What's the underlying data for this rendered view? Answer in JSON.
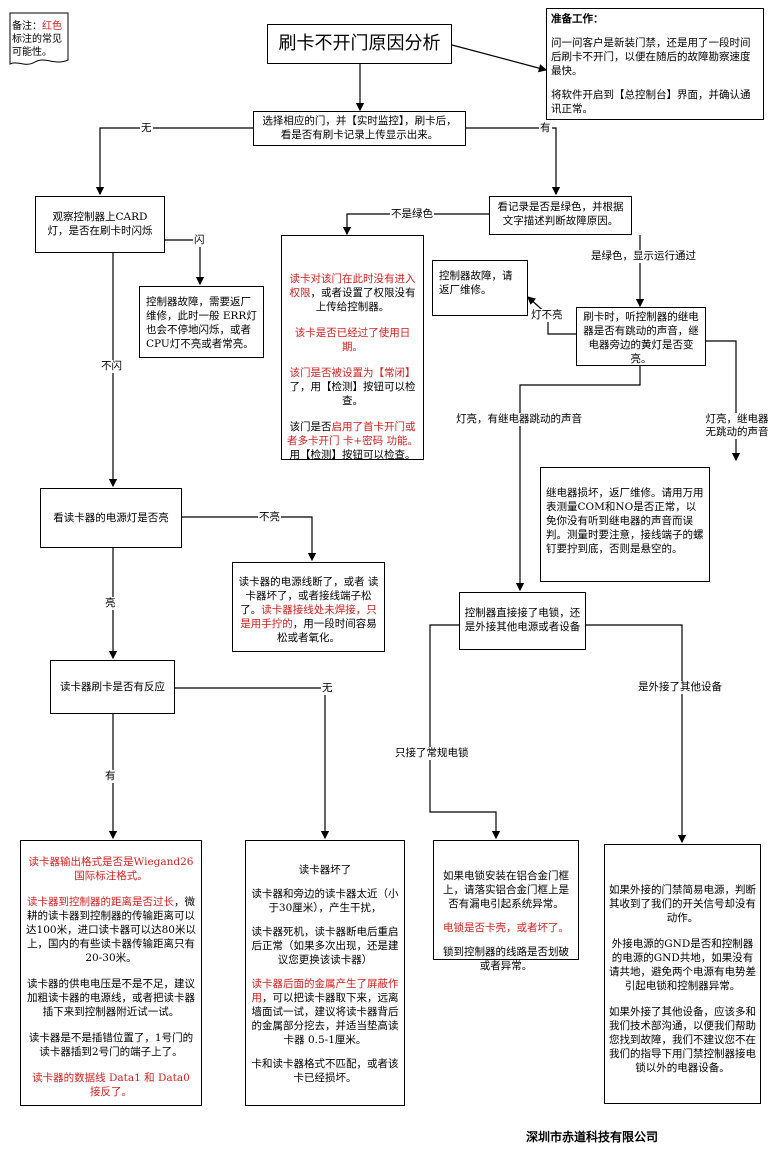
{
  "note": {
    "prefix": "备注：",
    "red": "红色",
    "suffix": "标注的常见可能性。"
  },
  "title": "刷卡不开门原因分析",
  "prep": {
    "heading": "准备工作：",
    "p1": "问一问客户是新装门禁，还是用了一段时间后刷卡不开门，以便在随后的故障勘察速度最快。",
    "p2": "将软件开启到【总控制台】界面，并确认通讯正常。"
  },
  "step1": "选择相应的门，并【实时监控】，刷卡后，看是否有刷卡记录上传显示出来。",
  "labels": {
    "no": "无",
    "yes": "有",
    "not_green": "不是绿色",
    "blink": "闪",
    "no_blink": "不闪",
    "is_green": "是绿色，显示运行通过",
    "light_off": "灯不亮",
    "light_relay": "灯亮，有继电器跳动的声音",
    "light_norelay": "灯亮，继电器无跳动的声音",
    "not_lit": "不亮",
    "lit": "亮",
    "no2": "无",
    "yes2": "有",
    "lock_only": "只接了常规电锁",
    "other_dev": "是外接了其他设备"
  },
  "observe": "观察控制器上CARD灯，是否在刷卡时闪烁",
  "ctrl_fault": "控制器故障，需要返厂维修，此时一般 ERR灯也会不停地闪烁，或者CPU灯不亮或者常亮。",
  "record": "看记录是否是绿色，并根据文字描述判断故障原因。",
  "perm": {
    "r1": "读卡对该门在此时没有进入权限",
    "b1": "，或者设置了权限没有上传给控制器。",
    "r2": "该卡是否已经过了使用日期。",
    "r3": "该门是否被设置为【常闭】",
    "b3": "了，用【检测】按钮可以检查。",
    "b4a": "该门是否",
    "r4": "启用了首卡开门或者多卡开门 卡+密码 功能。",
    "b4b": "用【检测】按钮可以检查。"
  },
  "ctrl_return": "控制器故障，请返厂维修。",
  "swipe": "刷卡时，听控制器的继电器是否有跳动的声音，继电器旁边的黄灯是否变亮。",
  "relay_fault": "继电器损坏，返厂维修。请用万用表测量COM和NO是否正常，以免你没有听到继电器的声音而误判。测量时要注意，接线端子的螺钉要拧到底，否则是悬空的。",
  "reader_power": "看读卡器的电源灯是否亮",
  "power_broken": {
    "b1": "读卡器的电源线断了，或者 读卡器坏了，或者接线端子松了。",
    "r1": "读卡器接线处未焊接，只是用手拧的",
    "b2": "，用一段时间容易松或者氧化。"
  },
  "direct": "控制器直接接了电锁，还是外接其他电源或者设备",
  "react": "读卡器刷卡是否有反应",
  "col1": {
    "r1": "读卡器输出格式是否是Wiegand26国际标注格式。",
    "r2": "读卡器到控制器的距离是否过长",
    "b2": "，微耕的读卡器到控制器的传输距离可以达100米，进口读卡器可以达80米以上，国内的有些读卡器传输距离只有20-30米。",
    "b3": "读卡器的供电电压是不是不足，建议加粗读卡器的电源线，或者把读卡器插下来到控制器附近试一试。",
    "b4": "读卡器是不是插错位置了，1号门的读卡器插到2号门的端子上了。",
    "r5": "读卡器的数据线 Data1 和 Data0 接反了。"
  },
  "col2": {
    "b1": "读卡器坏了",
    "b2": "读卡器和旁边的读卡器太近（小于30厘米），产生干扰，",
    "b3": "读卡器死机，读卡器断电后重启后正常（如果多次出现，还是建议您更换该读卡器）",
    "r4": "读卡器后面的金属产生了屏蔽作用",
    "b4": "，可以把读卡器取下来，远离墙面试一试，建议将读卡器背后的金属部分挖去，并适当垫高读卡器 0.5-1厘米。",
    "b5": "卡和读卡器格式不匹配，或者该卡已经损坏。"
  },
  "col3": {
    "b1": "如果电锁安装在铝合金门框上，请落实铝合金门框上是否有漏电引起系统异常。",
    "r2": "电锁是否卡壳，或者坏了。",
    "b3": "锁到控制器的线路是否划破或者异常。"
  },
  "col4": {
    "b1": "如果外接的门禁简易电源，判断其收到了我们的开关信号却没有动作。",
    "b2": "外接电源的GND是否和控制器的电源的GND共地，如果没有请共地，避免两个电源有电势差引起电锁和控制器异常。",
    "b3": "如果外接了其他设备，应该多和我们技术部沟通，以便我们帮助您找到故障，我们不建议您不在我们的指导下用门禁控制器接电锁以外的电器设备。"
  },
  "company": "深圳市赤道科技有限公司"
}
